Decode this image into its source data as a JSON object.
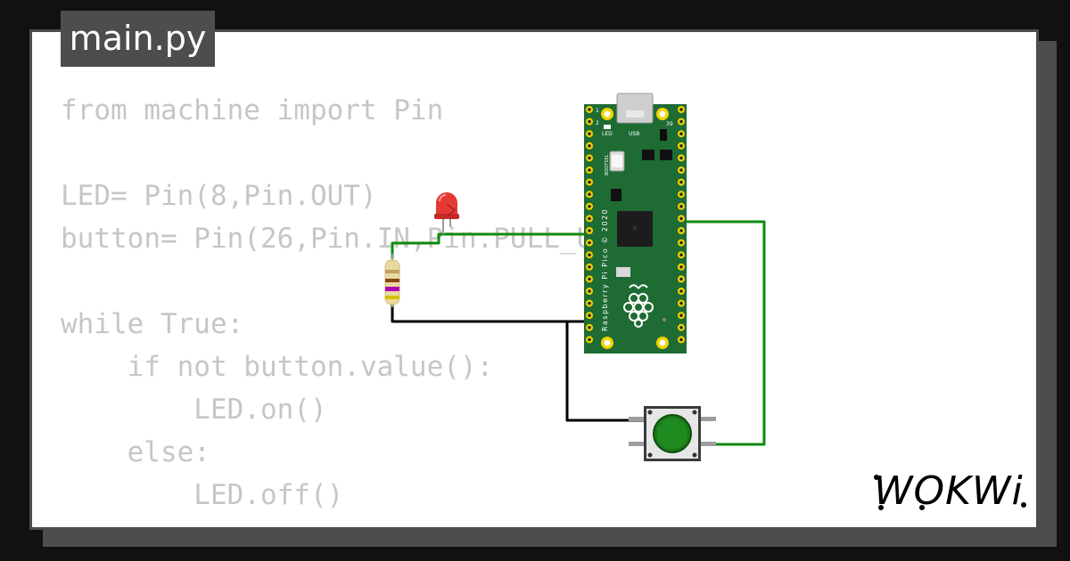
{
  "file_tab": {
    "label": "main.py"
  },
  "code_lines": [
    "from machine import Pin",
    "",
    "LED= Pin(8,Pin.OUT)",
    "button= Pin(26,Pin.IN,Pin.PULL_UP)",
    "",
    "while True:",
    "    if not button.value():",
    "        LED.on()",
    "    else:",
    "        LED.off()"
  ],
  "board": {
    "vertical_label": "Raspberry Pi Pico © 2020",
    "led_label": "LED",
    "usb_label": "USB",
    "bootsel_label": "BOOTSEL",
    "pin1_label": "1",
    "pin2_label": "2",
    "pin39_label": "39"
  },
  "brand": {
    "logo_text": "WOKWi"
  },
  "colors": {
    "background": "#111111",
    "frame": "#4d4d4d",
    "code_text": "#c6c6c6",
    "board_green": "#1e6b34",
    "wire_green": "#0e8a0e",
    "wire_black": "#000000",
    "led_red": "#e53935",
    "button_cap": "#1b7a1b"
  }
}
